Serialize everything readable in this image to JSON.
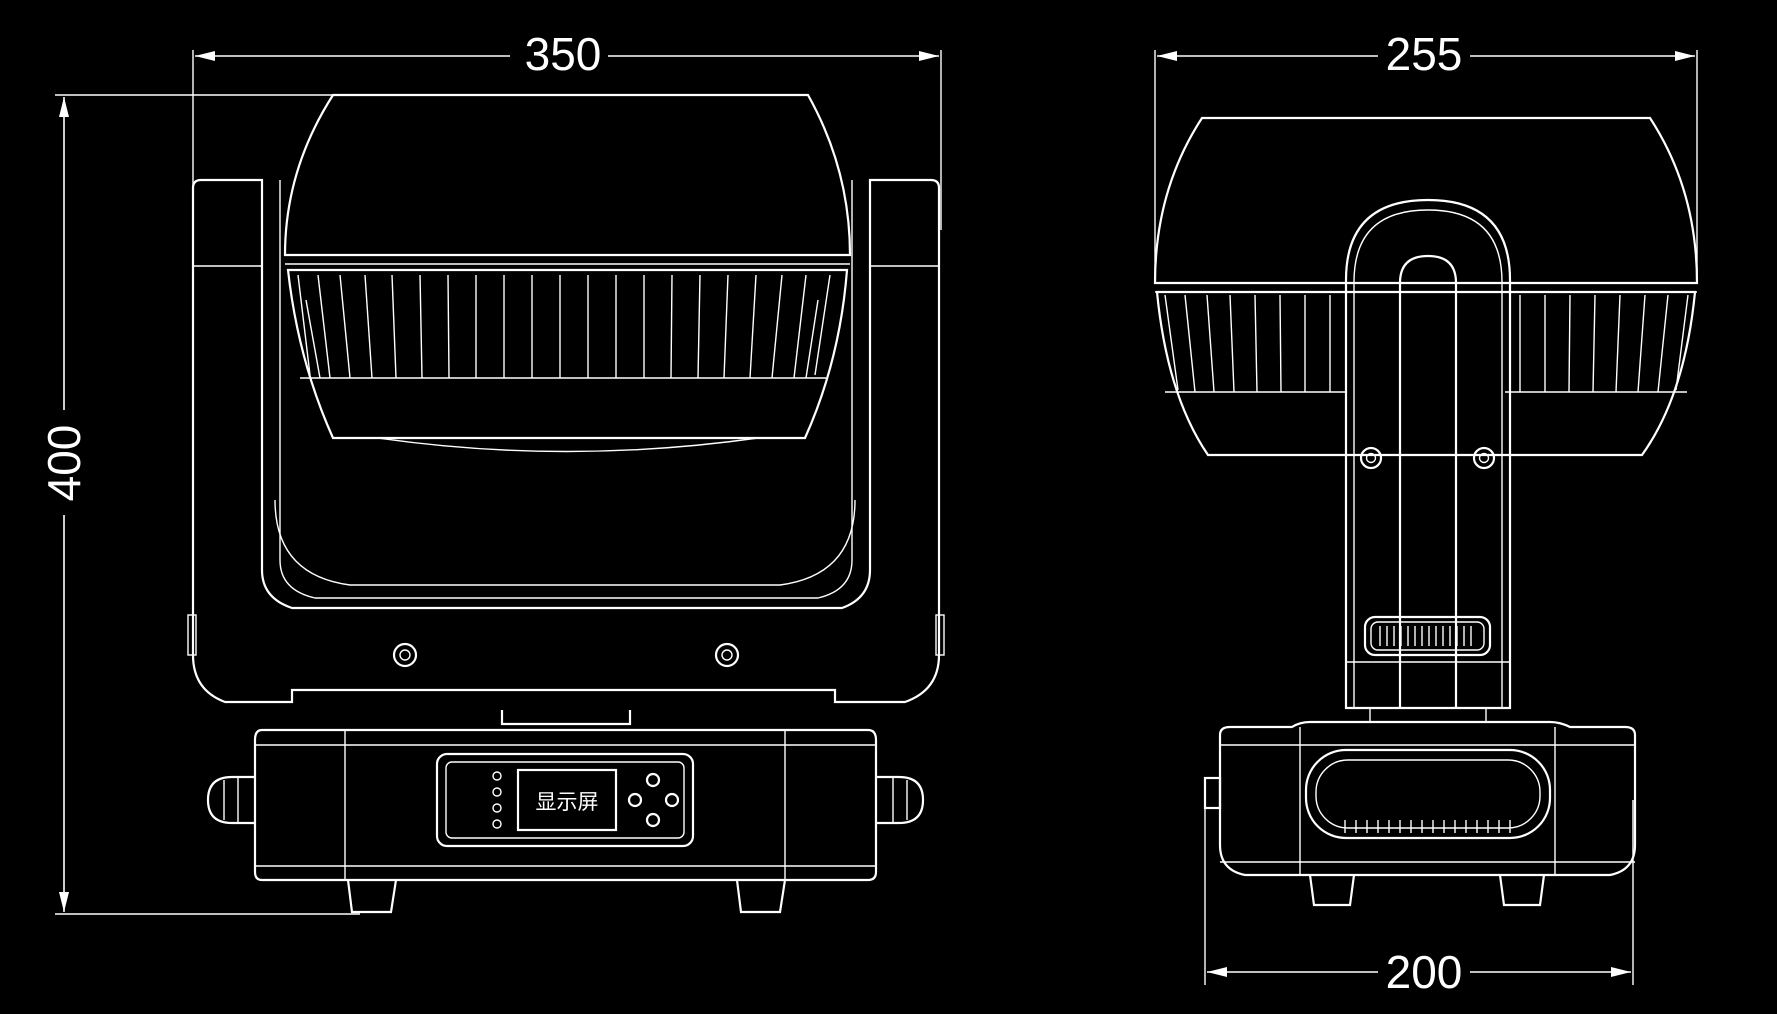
{
  "dimensions": {
    "front_width": "350",
    "front_height": "400",
    "side_width": "255",
    "side_base_width": "200"
  },
  "display_label": "显示屏",
  "colors": {
    "background": "#000000",
    "line": "#ffffff"
  }
}
